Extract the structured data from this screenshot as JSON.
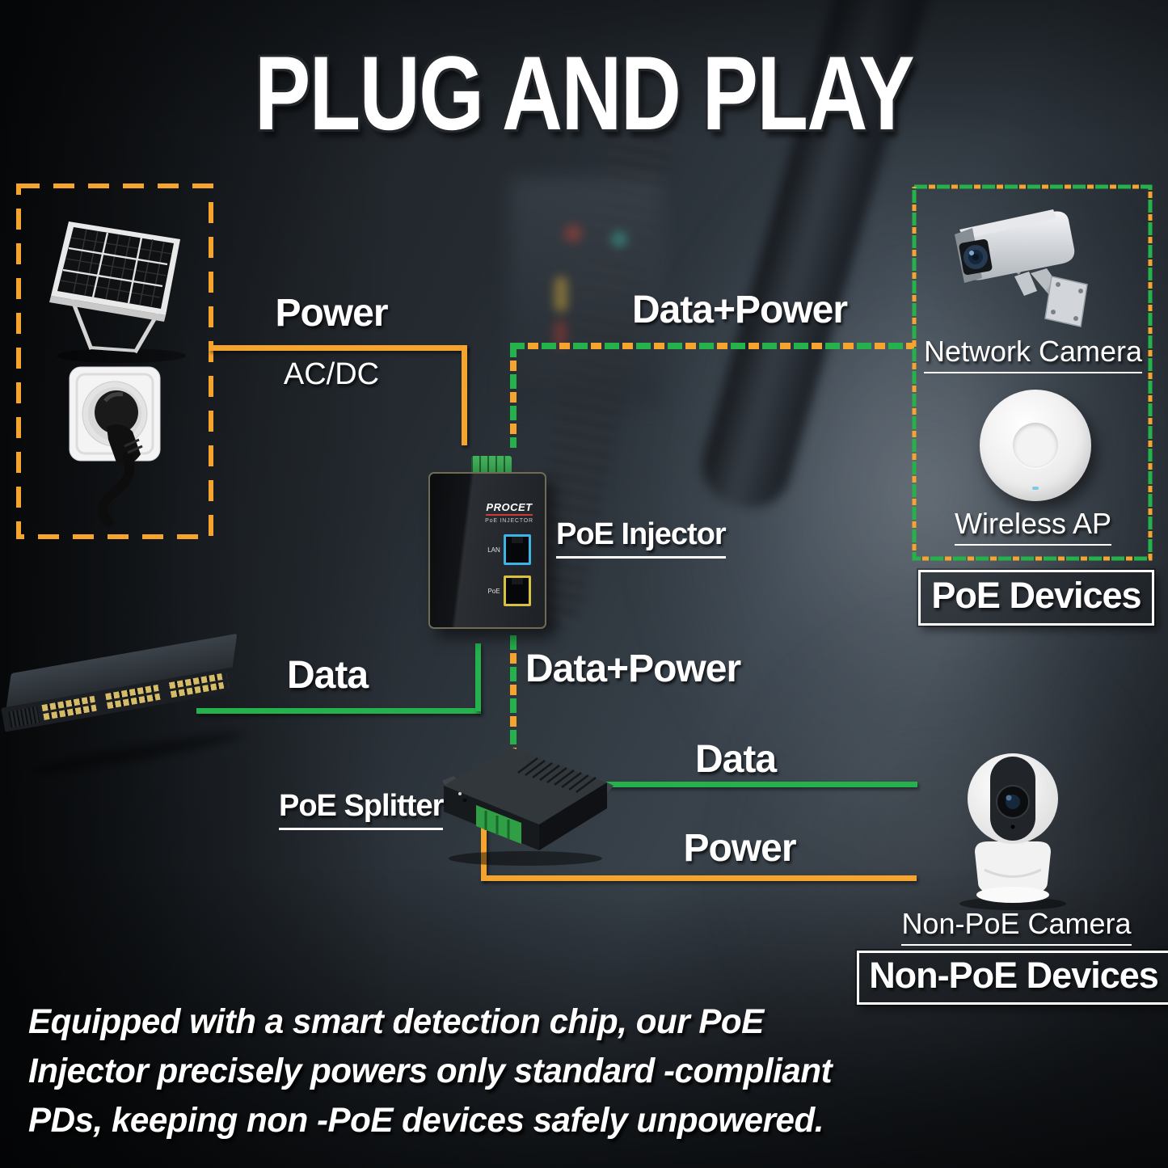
{
  "title": "PLUG AND PLAY",
  "colors": {
    "orange": "#F5A42E",
    "green": "#25B14C"
  },
  "connections": {
    "power_top": {
      "label": "Power",
      "sub": "AC/DC"
    },
    "data_power_top": {
      "label": "Data+Power"
    },
    "data_switch": {
      "label": "Data"
    },
    "data_power_mid": {
      "label": "Data+Power"
    },
    "data_splitter": {
      "label": "Data"
    },
    "power_splitter": {
      "label": "Power"
    }
  },
  "devices": {
    "injector": {
      "label": "PoE Injector",
      "brand": "PROCET",
      "model": "PoE INJECTOR",
      "port_lan": "LAN",
      "port_poe": "PoE"
    },
    "splitter": {
      "label": "PoE Splitter"
    },
    "network_camera": {
      "label": "Network Camera"
    },
    "wireless_ap": {
      "label": "Wireless AP"
    },
    "non_poe_camera": {
      "label": "Non-PoE Camera"
    }
  },
  "groups": {
    "poe_devices": {
      "label": "PoE Devices"
    },
    "non_poe_devices": {
      "label": "Non-PoE Devices"
    }
  },
  "footer": {
    "line1": "Equipped with a smart detection chip, our PoE",
    "line2": "Injector precisely powers only standard -compliant",
    "line3": "PDs, keeping non -PoE devices safely unpowered."
  }
}
